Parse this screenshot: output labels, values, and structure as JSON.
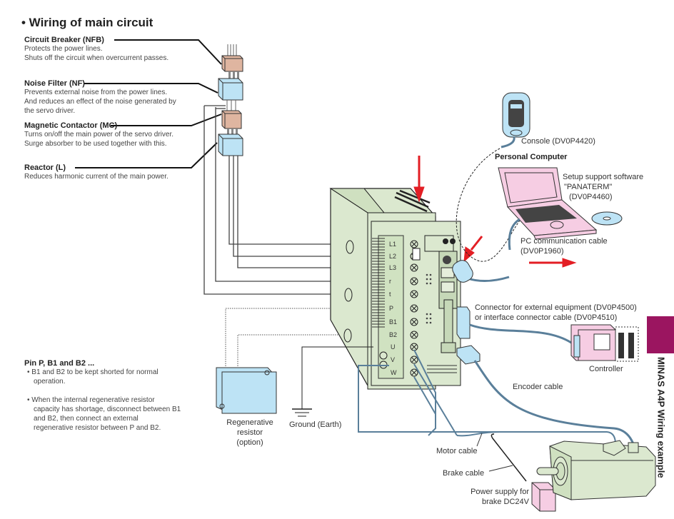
{
  "title": "• Wiring of main circuit",
  "components": {
    "nfb": {
      "name": "Circuit Breaker (NFB)",
      "lines": [
        "Protects the power lines.",
        "Shuts off the circuit when overcurrent passes."
      ]
    },
    "nf": {
      "name": "Noise Filter (NF)",
      "lines": [
        "Prevents external noise from the power lines.",
        "And reduces an effect of the noise generated by",
        "the servo driver."
      ]
    },
    "mc": {
      "name": "Magnetic Contactor (MC)",
      "lines": [
        "Turns on/off the main power of the servo driver.",
        "Surge absorber to be used together with this."
      ]
    },
    "reactor": {
      "name": "Reactor (L)",
      "lines": [
        "Reduces harmonic current of the main power."
      ]
    }
  },
  "pin_note": {
    "header": "Pin P, B1 and B2 ...",
    "bullets": [
      [
        "• B1 and B2 to be kept shorted for normal",
        "operation."
      ],
      [
        "• When the internal regenerative resistor",
        "capacity has shortage, disconnect between B1",
        "and B2, then connect an external",
        "regenerative resistor between P and B2."
      ]
    ]
  },
  "labels": {
    "console": "Console (DV0P4420)",
    "pc_header": "Personal Computer",
    "software": [
      "Setup support software",
      "\"PANATERM\"",
      "(DV0P4460)"
    ],
    "pc_cable": [
      "PC communication cable",
      "(DV0P1960)"
    ],
    "connector": [
      "Connector for external equipment (DV0P4500)",
      "or interface connector cable (DV0P4510)"
    ],
    "controller": "Controller",
    "encoder_cable": "Encoder cable",
    "regen": [
      "Regenerative",
      "resistor",
      "(option)"
    ],
    "ground": "Ground (Earth)",
    "motor_cable": "Motor cable",
    "brake_cable": "Brake cable",
    "brake_power": [
      "Power supply for",
      "brake DC24V"
    ]
  },
  "terminals": [
    "L1",
    "L2",
    "L3",
    "r",
    "t",
    "P",
    "B1",
    "B2",
    "U",
    "V",
    "W"
  ],
  "side_tab": "MINAS A4P Wiring example",
  "colors": {
    "accent": "#9b1560",
    "arrow": "#e31e24",
    "driver": "#dbe8cf",
    "component_blue": "#bde3f5",
    "component_brown": "#dfb5a0",
    "pink": "#f6cde3",
    "cable": "#5a7f9a"
  }
}
